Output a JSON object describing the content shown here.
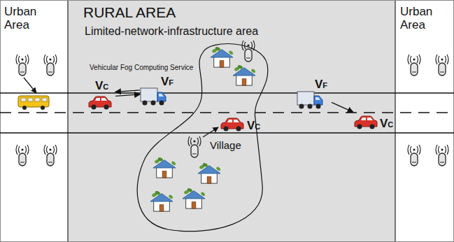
{
  "diagram": {
    "nodes": [
      {
        "text": [
          "Urban Area"
        ]
      },
      {
        "text": [
          "RURAL AREA",
          "Limited-network-infrastructure area"
        ]
      },
      {
        "text": [
          "Urban Area"
        ]
      },
      {
        "text": [
          "VC"
        ],
        "in": 1
      },
      {
        "text": [
          "VF"
        ],
        "in": 1
      },
      {
        "text": [
          "Village"
        ],
        "in": 1
      },
      {
        "text": [
          "VC"
        ],
        "in": 5
      },
      {
        "text": [
          "VF"
        ],
        "in": 1
      },
      {
        "text": [
          "VC"
        ],
        "in": 1
      }
    ],
    "edges": [
      {
        "from": 4,
        "to": 3,
        "arrow": "to"
      },
      {
        "from": 3,
        "to": 4,
        "arrow": "to"
      },
      {
        "from": 7,
        "to": 8,
        "arrow": "to"
      }
    ],
    "labels": [
      "Vehicular Fog Computing Service"
    ]
  }
}
